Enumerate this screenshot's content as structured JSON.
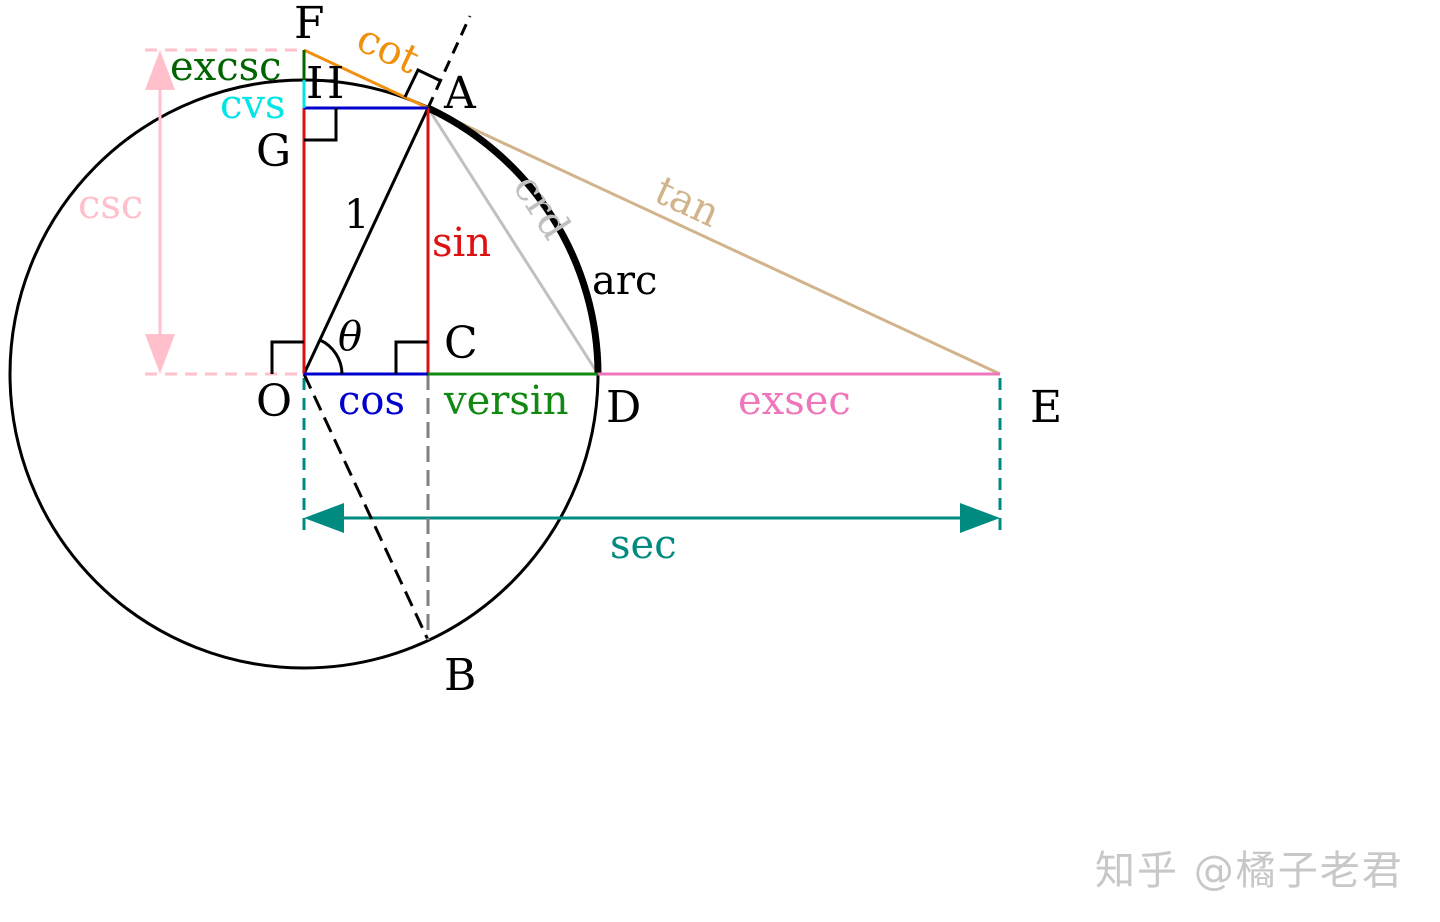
{
  "points": {
    "F": "F",
    "H": "H",
    "A": "A",
    "G": "G",
    "O": "O",
    "C": "C",
    "D": "D",
    "E": "E",
    "B": "B"
  },
  "labels": {
    "cot": "cot",
    "excsc": "excsc",
    "cvs": "cvs",
    "csc": "csc",
    "one": "1",
    "theta": "θ",
    "sin": "sin",
    "crd": "crd",
    "arc": "arc",
    "tan": "tan",
    "cos": "cos",
    "versin": "versin",
    "exsec": "exsec",
    "sec": "sec"
  },
  "colors": {
    "cot": "#f0900f",
    "excsc": "#006400",
    "cvs": "#00e5e5",
    "csc": "#ffc0cb",
    "sin": "#dd1111",
    "crd": "#c0c0c0",
    "tan": "#d2b48c",
    "cos": "#0000cc",
    "versin": "#118811",
    "exsec": "#ee77bb",
    "sec": "#008b80"
  },
  "watermark": "知乎 @橘子老君"
}
